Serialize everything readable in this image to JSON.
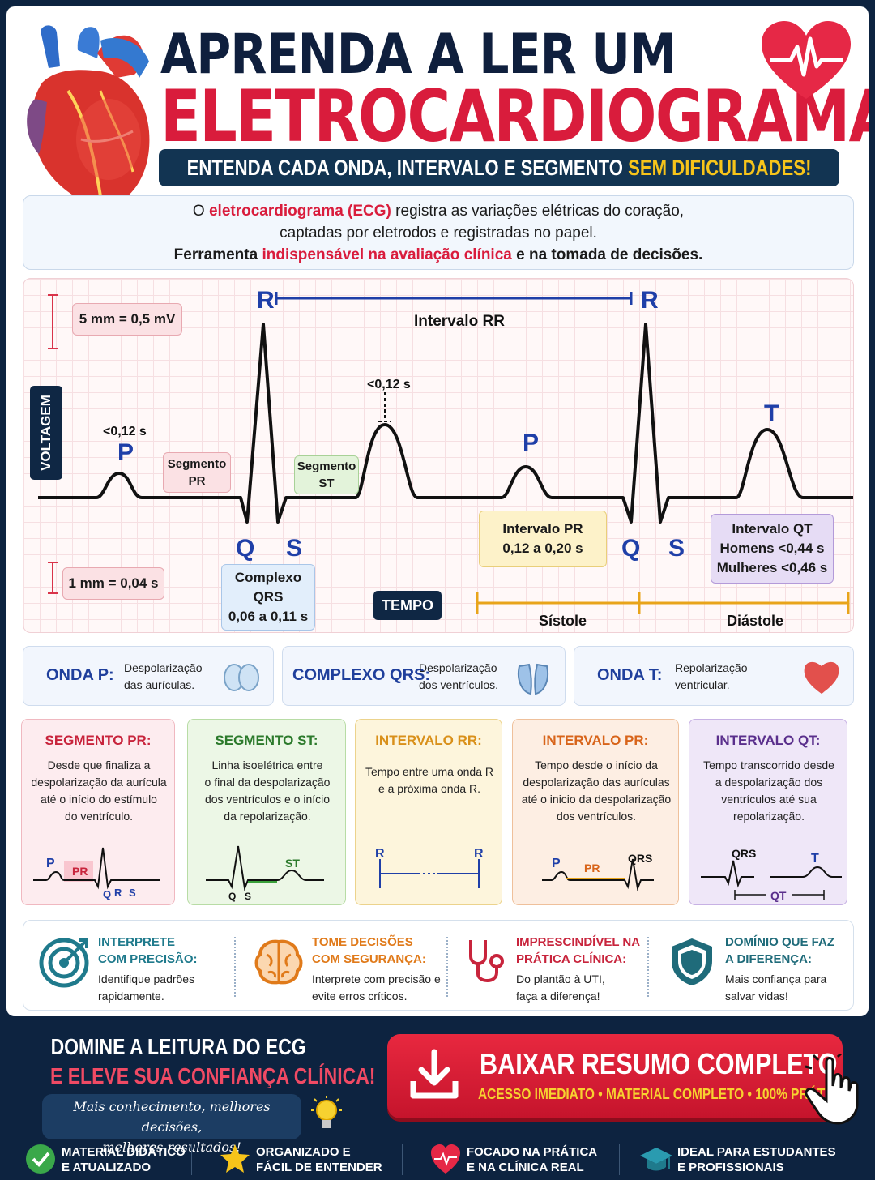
{
  "header": {
    "title_line1": "APRENDA A LER UM",
    "title_line2": "ELETROCARDIOGRAMA",
    "banner_text": "ENTENDA CADA ONDA, INTERVALO E SEGMENTO ",
    "banner_highlight": "SEM DIFICULDADES!"
  },
  "intro": {
    "l1_pre": "O ",
    "l1_red": "eletrocardiograma (ECG)",
    "l1_post": " registra as variações elétricas do coração,",
    "l2": "captadas por eletrodos e registradas no papel.",
    "l3_pre": "Ferramenta ",
    "l3_red": "indispensável na avaliação clínica",
    "l3_post": " e na tomada de decisões."
  },
  "ecg": {
    "voltagem": "VOLTAGEM",
    "tempo": "TEMPO",
    "scale_v": "5 mm = 0,5 mV",
    "scale_t": "1 mm = 0,04 s",
    "r_label": "R",
    "p_label": "P",
    "q_label": "Q",
    "s_label": "S",
    "t_label": "T",
    "intervalo_rr": "Intervalo RR",
    "p_duration": "<0,12 s",
    "t_duration": "<0,12 s",
    "seg_pr_1": "Segmento",
    "seg_pr_2": "PR",
    "seg_st_1": "Segmento",
    "seg_st_2": "ST",
    "qrs_1": "Complexo",
    "qrs_2": "QRS",
    "qrs_3": "0,06 a 0,11 s",
    "ipr_1": "Intervalo PR",
    "ipr_2": "0,12 a 0,20 s",
    "iqt_1": "Intervalo QT",
    "iqt_2": "Homens <0,44 s",
    "iqt_3": "Mulheres <0,46 s",
    "sistole": "Sístole",
    "diastole": "Diástole"
  },
  "ondas": [
    {
      "name": "ONDA P:",
      "desc1": "Despolarização",
      "desc2": "das aurículas."
    },
    {
      "name": "COMPLEXO QRS:",
      "desc1": "Despolarização",
      "desc2": "dos ventrículos."
    },
    {
      "name": "ONDA T:",
      "desc1": "Repolarização",
      "desc2": "ventricular."
    }
  ],
  "details": [
    {
      "title": "SEGMENTO PR:",
      "lines": [
        "Desde que finaliza a",
        "despolarização da aurícula",
        "até o início do estímulo",
        "do ventrículo."
      ],
      "color": "#c8243c"
    },
    {
      "title": "SEGMENTO ST:",
      "lines": [
        "Linha isoelétrica entre",
        "o final da despolarização",
        "dos ventrículos e o início",
        "da repolarização."
      ],
      "color": "#2c7a2c"
    },
    {
      "title": "INTERVALO RR:",
      "lines": [
        "Tempo entre uma onda R",
        "e a próxima onda R."
      ],
      "color": "#d9901a"
    },
    {
      "title": "INTERVALO PR:",
      "lines": [
        "Tempo desde o início da",
        "despolarização das aurículas",
        "até o inicio da despolarização",
        "dos ventrículos."
      ],
      "color": "#d8641a"
    },
    {
      "title": "INTERVALO QT:",
      "lines": [
        "Tempo transcorrido desde",
        "a despolarização dos",
        "ventrículos até sua",
        "repolarização."
      ],
      "color": "#5a2f8c"
    }
  ],
  "mini": {
    "p": "P",
    "pr": "PR",
    "q": "Q",
    "r": "R",
    "s": "S",
    "st": "ST",
    "qrs": "QRS",
    "t": "T",
    "qt": "QT"
  },
  "benefits": [
    {
      "h1": "INTERPRETE",
      "h2": "COM PRECISÃO:",
      "t1": "Identifique padrões",
      "t2": "rapidamente.",
      "color": "#1f7a8c",
      "icon": "target-icon"
    },
    {
      "h1": "TOME DECISÕES",
      "h2": "COM SEGURANÇA:",
      "t1": "Interprete com precisão e",
      "t2": "evite erros críticos.",
      "color": "#e07a1a",
      "icon": "brain-icon"
    },
    {
      "h1": "IMPRESCINDÍVEL NA",
      "h2": "PRÁTICA CLÍNICA:",
      "t1": "Do plantão à UTI,",
      "t2": "faça a diferença!",
      "color": "#c8243c",
      "icon": "stethoscope-icon"
    },
    {
      "h1": "DOMÍNIO QUE FAZ",
      "h2": "A DIFERENÇA:",
      "t1": "Mais confiança para",
      "t2": "salvar vidas!",
      "color": "#1f6b7a",
      "icon": "shield-icon"
    }
  ],
  "footer": {
    "line1": "DOMINE A LEITURA DO ECG",
    "line2": "E ELEVE SUA CONFIANÇA CLÍNICA!",
    "tag1": "Mais conhecimento, melhores decisões,",
    "tag2": "melhores resultados!",
    "cta_title": "BAIXAR RESUMO COMPLETO",
    "cta_sub": "ACESSO IMEDIATO • MATERIAL COMPLETO • 100% PRÁTICO",
    "items": [
      {
        "l1": "MATERIAL DIDÁTICO",
        "l2": "E ATUALIZADO",
        "icon": "check-icon"
      },
      {
        "l1": "ORGANIZADO E",
        "l2": "FÁCIL DE ENTENDER",
        "icon": "star-icon"
      },
      {
        "l1": "FOCADO NA PRÁTICA",
        "l2": "E NA CLÍNICA REAL",
        "icon": "heart-pulse-icon"
      },
      {
        "l1": "IDEAL PARA ESTUDANTES",
        "l2": "E PROFISSIONAIS",
        "icon": "graduation-cap-icon"
      }
    ]
  }
}
